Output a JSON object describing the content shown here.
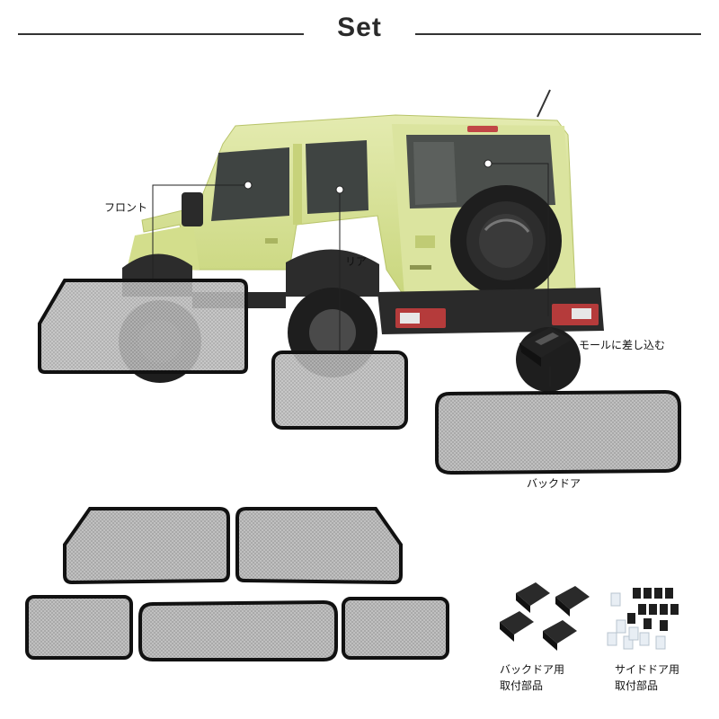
{
  "header": {
    "title": "Set"
  },
  "callouts": {
    "front": "フロント",
    "rear": "リア",
    "mold": "モールに差し込む",
    "back_door": "バックドア"
  },
  "parts": {
    "back_door_caption_line1": "バックドア用",
    "back_door_caption_line2": "取付部品",
    "side_door_caption_line1": "サイドドア用",
    "side_door_caption_line2": "取付部品"
  },
  "colors": {
    "vehicle_body": "#d9e39a",
    "mesh": "#b9b9b9",
    "frame": "#111111",
    "rule": "#333333"
  }
}
